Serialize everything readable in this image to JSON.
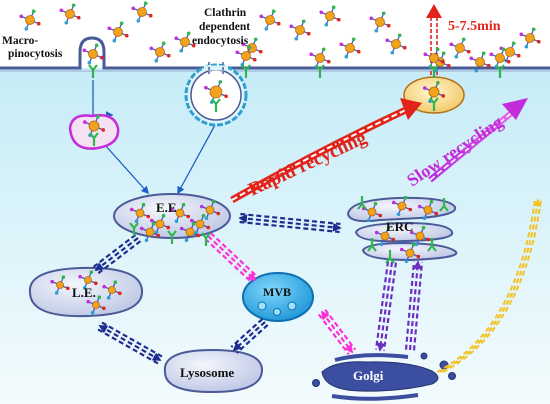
{
  "labels": {
    "macro": [
      "Macro-",
      "pinocytosis"
    ],
    "clathrin": [
      "Clathrin",
      "dependent",
      "endocytosis"
    ],
    "time": "5-7.5min",
    "rapid": "Rapid recycling",
    "slow": "Slow recycling",
    "ee": "E.E",
    "erc": "ERC",
    "le": "L.E.",
    "mvb": "MVB",
    "lysosome": "Lysosome",
    "golgi": "Golgi"
  },
  "colors": {
    "cytoplasm": "#dff4fa",
    "membrane": "#4a5a99",
    "organelle_fill": "#cfd7ee",
    "nanoparticle": "#f2a21d",
    "receptor": "#2fb64d",
    "rapid": "#e2231a",
    "slow": "#c42bd9",
    "traffic_dark": "#1e2d8f",
    "traffic_magenta": "#ff2fd6",
    "traffic_purple": "#6a2fc0",
    "traffic_gold": "#f3c325",
    "mvb": "#33b2e8",
    "golgi": "#3c4ea0"
  }
}
